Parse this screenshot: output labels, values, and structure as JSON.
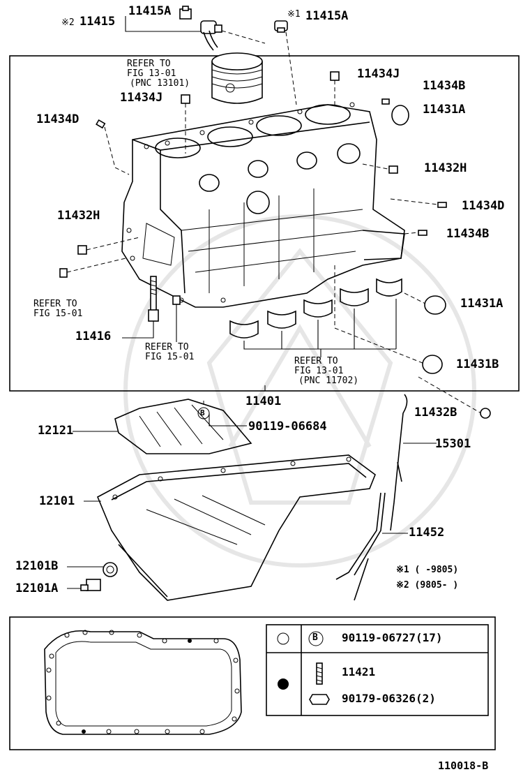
{
  "labels": {
    "p11415": "11415",
    "p11415A_left": "11415A",
    "p11415A_right": "11415A",
    "mark_left": "※2",
    "mark_right": "※1",
    "refer_piston_1": "REFER TO",
    "refer_piston_2": "FIG 13-01",
    "refer_piston_3": "(PNC 13101)",
    "p11434J_left": "11434J",
    "p11434J_right": "11434J",
    "p11434B_top": "11434B",
    "p11431A_top": "11431A",
    "p11434D_left": "11434D",
    "p11432H_right": "11432H",
    "p11434D_right": "11434D",
    "p11432H_left": "11432H",
    "p11434B_right": "11434B",
    "refer_left_1": "REFER TO",
    "refer_left_2": "FIG 15-01",
    "p11431A_mid": "11431A",
    "p11416": "11416",
    "refer_mid_1": "REFER TO",
    "refer_mid_2": "FIG 15-01",
    "refer_bearing_1": "REFER TO",
    "refer_bearing_2": "FIG 13-01",
    "refer_bearing_3": "(PNC 11702)",
    "p11431B": "11431B",
    "p11401": "11401",
    "p11432B": "11432B",
    "p12121": "12121",
    "p90119_06684": "90119-06684",
    "p15301": "15301",
    "p12101": "12101",
    "p11452": "11452",
    "note1": "※1 (      -9805)",
    "note2": "※2 (9805-      )",
    "p12101B": "12101B",
    "p12101A": "12101A",
    "circle_b_inline": "B",
    "circle_b_legend": "B"
  },
  "legend": {
    "row1_part": "90119-06727(17)",
    "row2_part": "11421",
    "row3_part": "90179-06326(2)"
  },
  "footer": {
    "figure_code": "110018-B"
  }
}
